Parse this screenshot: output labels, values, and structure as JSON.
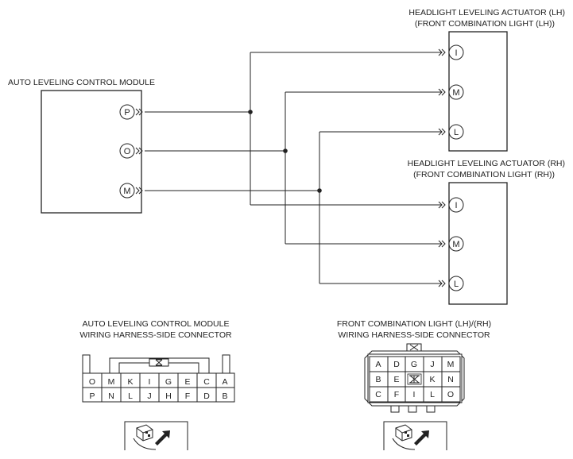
{
  "module": {
    "title": "AUTO LEVELING CONTROL MODULE",
    "pins": [
      "P",
      "O",
      "M"
    ]
  },
  "actuator_lh": {
    "title_line1": "HEADLIGHT LEVELING ACTUATOR (LH)",
    "title_line2": "(FRONT COMBINATION LIGHT (LH))",
    "pins": [
      "I",
      "M",
      "L"
    ]
  },
  "actuator_rh": {
    "title_line1": "HEADLIGHT LEVELING ACTUATOR (RH)",
    "title_line2": "(FRONT COMBINATION LIGHT (RH))",
    "pins": [
      "I",
      "M",
      "L"
    ]
  },
  "connector_module": {
    "title_line1": "AUTO LEVELING CONTROL MODULE",
    "title_line2": "WIRING HARNESS-SIDE CONNECTOR",
    "rows": [
      [
        "O",
        "M",
        "K",
        "I",
        "G",
        "E",
        "C",
        "A"
      ],
      [
        "P",
        "N",
        "L",
        "J",
        "H",
        "F",
        "D",
        "B"
      ]
    ]
  },
  "connector_light": {
    "title_line1": "FRONT COMBINATION LIGHT (LH)/(RH)",
    "title_line2": "WIRING HARNESS-SIDE CONNECTOR",
    "rows": [
      [
        "A",
        "D",
        "G",
        "J",
        "M"
      ],
      [
        "B",
        "E",
        "",
        "K",
        "N"
      ],
      [
        "C",
        "F",
        "I",
        "L",
        "O"
      ]
    ]
  }
}
